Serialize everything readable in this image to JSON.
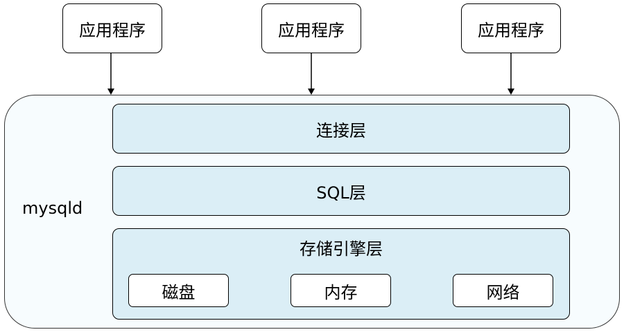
{
  "applications": [
    {
      "label": "应用程序"
    },
    {
      "label": "应用程序"
    },
    {
      "label": "应用程序"
    }
  ],
  "server": {
    "label": "mysqld",
    "layers": {
      "connection": "连接层",
      "sql": "SQL层",
      "storage": "存储引擎层"
    },
    "storage_components": [
      "磁盘",
      "内存",
      "网络"
    ]
  },
  "colors": {
    "server_background": "#f7fcfe",
    "layer_fill": "#dbeef6",
    "box_fill": "#ffffff",
    "stroke": "#000000"
  }
}
